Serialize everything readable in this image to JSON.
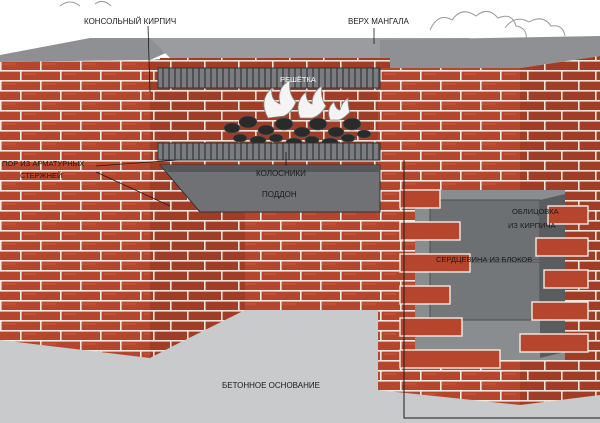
{
  "labels": {
    "console_brick": "КОНСОЛЬНЫЙ КИРПИЧ",
    "grill_top": "ВЕРХ МАНГАЛА",
    "grill": "РЕШЁТКА",
    "rebar_line1": "ПОР ИЗ АРМАТУРНЫХ",
    "rebar_line2": "СТЕРЖНЕЙ",
    "grates": "КОЛОСНИКИ",
    "tray": "ПОДДОН",
    "facing_line1": "ОБЛИЦОВКА",
    "facing_line2": "ИЗ КИРПИЧА",
    "core": "СЕРДЦЕВИНА ИЗ БЛОКОВ",
    "foundation": "БЕТОННОЕ ОСНОВАНИЕ"
  },
  "colors": {
    "brick": "#b5452c",
    "brick_dark": "#8f3320",
    "mortar": "#f2ece4",
    "concrete": "#c9cacc",
    "slab": "#8e9093",
    "metal": "#6f7174",
    "core_block": "#6d7073",
    "coal": "#2a2a2a",
    "flame": "#f4f4f4"
  }
}
